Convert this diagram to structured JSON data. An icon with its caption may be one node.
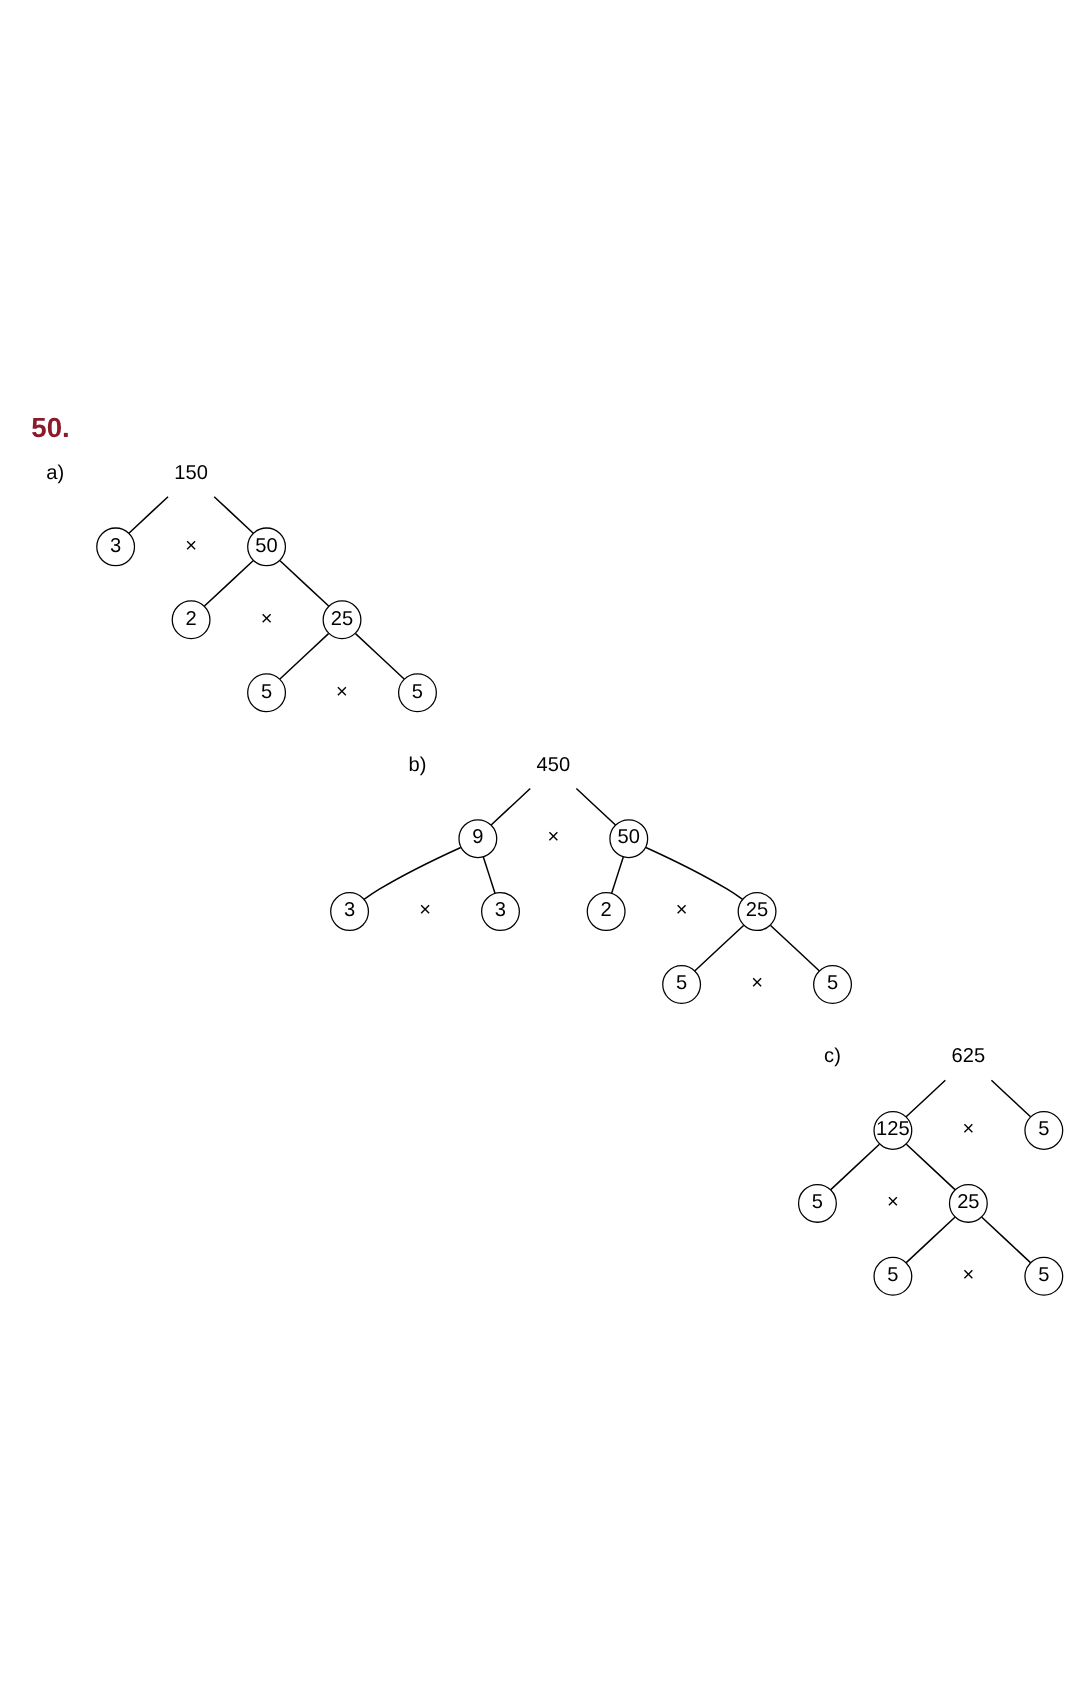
{
  "diagram": {
    "title": "50.",
    "nodes": [
      {
        "text": [
          "150"
        ]
      },
      {
        "text": [
          "3"
        ]
      },
      {
        "text": [
          "50"
        ]
      },
      {
        "text": [
          "2"
        ]
      },
      {
        "text": [
          "25"
        ]
      },
      {
        "text": [
          "5"
        ]
      },
      {
        "text": [
          "5"
        ]
      },
      {
        "text": [
          "450"
        ]
      },
      {
        "text": [
          "9"
        ]
      },
      {
        "text": [
          "50"
        ]
      },
      {
        "text": [
          "3"
        ]
      },
      {
        "text": [
          "3"
        ]
      },
      {
        "text": [
          "2"
        ]
      },
      {
        "text": [
          "25"
        ]
      },
      {
        "text": [
          "5"
        ]
      },
      {
        "text": [
          "5"
        ]
      },
      {
        "text": [
          "625"
        ]
      },
      {
        "text": [
          "125"
        ]
      },
      {
        "text": [
          "5"
        ]
      },
      {
        "text": [
          "5"
        ]
      },
      {
        "text": [
          "25"
        ]
      },
      {
        "text": [
          "5"
        ]
      },
      {
        "text": [
          "5"
        ]
      }
    ],
    "edges": [
      {
        "from": 0,
        "to": 1,
        "arrow": "none"
      },
      {
        "from": 0,
        "to": 2,
        "arrow": "none"
      },
      {
        "from": 2,
        "to": 3,
        "arrow": "none"
      },
      {
        "from": 2,
        "to": 4,
        "arrow": "none"
      },
      {
        "from": 4,
        "to": 5,
        "arrow": "none"
      },
      {
        "from": 4,
        "to": 6,
        "arrow": "none"
      },
      {
        "from": 7,
        "to": 8,
        "arrow": "none"
      },
      {
        "from": 7,
        "to": 9,
        "arrow": "none"
      },
      {
        "from": 8,
        "to": 10,
        "arrow": "none"
      },
      {
        "from": 8,
        "to": 11,
        "arrow": "none"
      },
      {
        "from": 9,
        "to": 12,
        "arrow": "none"
      },
      {
        "from": 9,
        "to": 13,
        "arrow": "none"
      },
      {
        "from": 13,
        "to": 14,
        "arrow": "none"
      },
      {
        "from": 13,
        "to": 15,
        "arrow": "none"
      },
      {
        "from": 16,
        "to": 17,
        "arrow": "none"
      },
      {
        "from": 16,
        "to": 18,
        "arrow": "none"
      },
      {
        "from": 17,
        "to": 19,
        "arrow": "none"
      },
      {
        "from": 17,
        "to": 20,
        "arrow": "none"
      },
      {
        "from": 20,
        "to": 21,
        "arrow": "none"
      },
      {
        "from": 20,
        "to": 22,
        "arrow": "none"
      }
    ],
    "labels": [
      "a)",
      "×",
      "×",
      "×",
      "b)",
      "×",
      "×",
      "×",
      "×",
      "c)",
      "×",
      "×",
      "×"
    ]
  }
}
